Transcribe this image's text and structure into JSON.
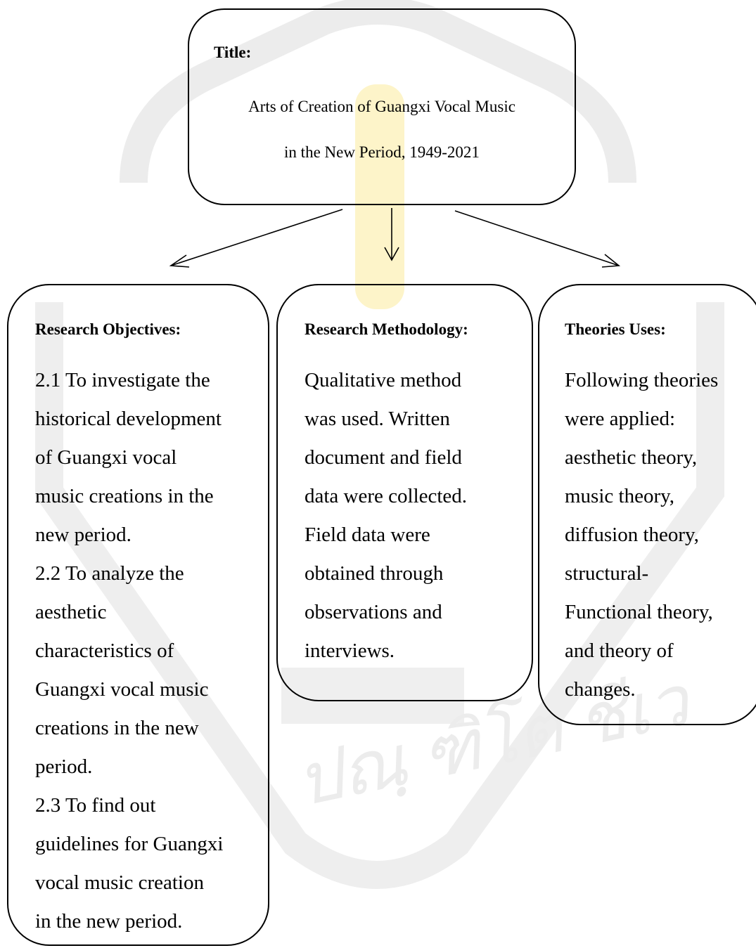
{
  "title": {
    "heading": "Title:",
    "line1": "Arts of Creation of Guangxi Vocal Music",
    "line2": "in the New Period, 1949-2021"
  },
  "objectives": {
    "heading": "Research Objectives:",
    "lines": [
      "2.1 To investigate the",
      "historical development",
      "of Guangxi vocal",
      "music creations in the",
      "new period.",
      "2.2 To analyze the",
      "aesthetic",
      "characteristics of",
      "Guangxi vocal music",
      "creations in the new",
      "period.",
      "2.3 To find out",
      "guidelines for Guangxi",
      "vocal music creation",
      "in the new period."
    ]
  },
  "methodology": {
    "heading": "Research Methodology:",
    "lines": [
      "Qualitative method",
      "was used. Written",
      "document and field",
      "data were collected.",
      "Field data were",
      "obtained through",
      "observations and",
      "interviews."
    ]
  },
  "theories": {
    "heading": "Theories Uses:",
    "lines": [
      "Following theories",
      "were applied:",
      "aesthetic theory,",
      "music theory,",
      "diffusion theory,",
      "structural-",
      "Functional theory,",
      "and theory of",
      "changes."
    ]
  },
  "watermark": {
    "text": "ปณฺ ฑิโต ชีเว",
    "color": "#e6e6e6",
    "accent_color": "#fdf4c9"
  }
}
